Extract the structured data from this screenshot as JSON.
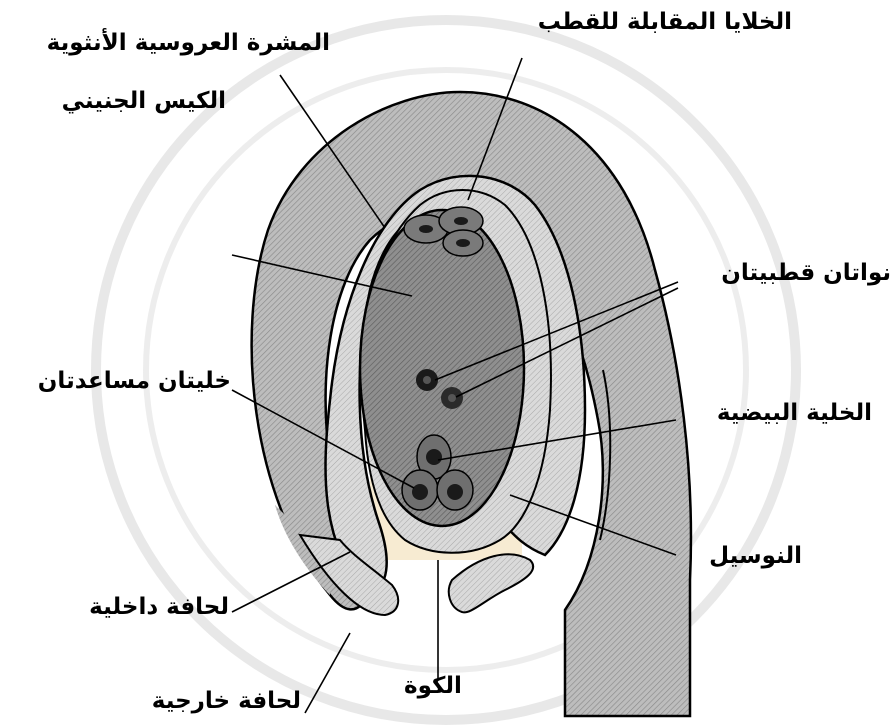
{
  "labels": {
    "antipodal_cells": "الخلايا المقابلة للقطب",
    "female_epidermis": "المشرة العروسية الأنثوية",
    "embryo_sac": "الكيس الجنيني",
    "polar_nuclei": "نواتان قطبيتان",
    "synergids": "خليتان مساعدتان",
    "egg_cell": "الخلية البيضية",
    "nucellus": "النوسيل",
    "inner_integument": "لحافة داخلية",
    "outer_integument": "لحافة خارجية",
    "micropyle": "الكوة"
  },
  "colors": {
    "outer_tissue": "#bdbdbd",
    "inner_tissue": "#d9d9d9",
    "embryo_sac_fill": "#8f8f8f",
    "nucleus": "#1a1a1a",
    "outline": "#000000",
    "watermark": "#e6e6e6",
    "watermark_gold": "#f2e0b8"
  }
}
